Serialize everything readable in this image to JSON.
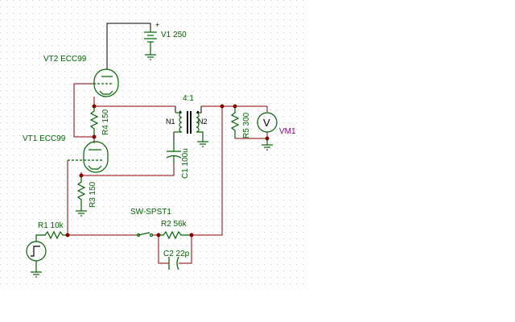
{
  "labels": {
    "v1": "V1 250",
    "vt2": "VT2 ECC99",
    "vt1": "VT1 ECC99",
    "r4": "R4 150",
    "r3": "R3 150",
    "c1": "C1 100u",
    "ratio": "4:1",
    "n1": "N1",
    "n2": "N2",
    "r5": "R5 300",
    "vm1": "VM1",
    "r1": "R1 10k",
    "sw": "SW-SPST1",
    "r2": "R2 56k",
    "c2": "C2 22p",
    "plus": "+",
    "meter_v": "V"
  }
}
